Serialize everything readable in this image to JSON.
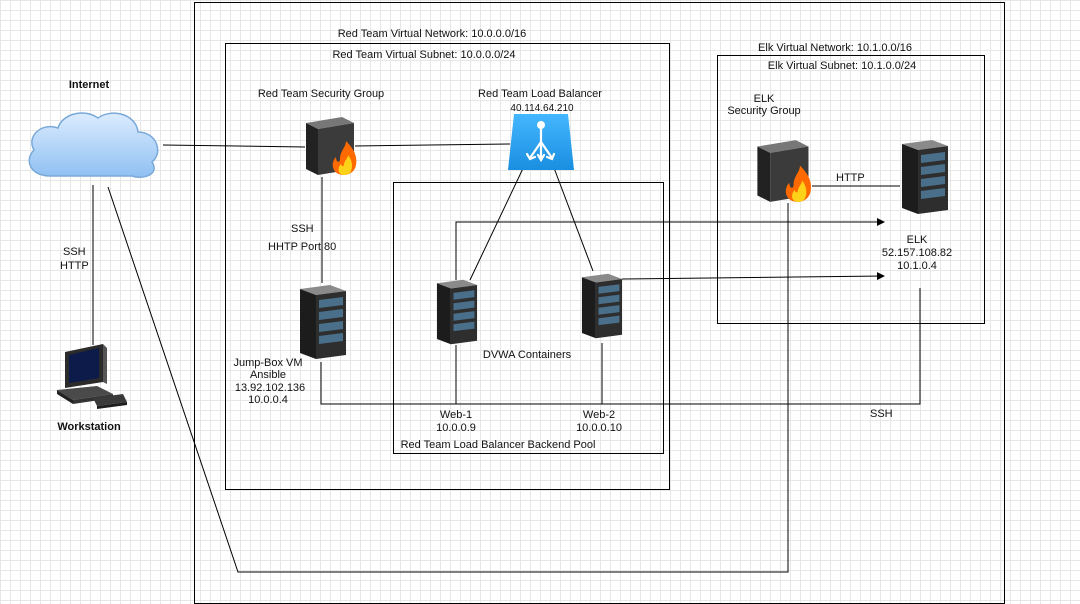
{
  "networks": {
    "outer_label": "Red Team Virtual Network: 10.0.0.0/16",
    "subnet_label": "Red Team Virtual Subnet: 10.0.0.0/24",
    "pool_label": "Red Team Load Balancer Backend Pool",
    "elk_network_label": "Elk Virtual Network: 10.1.0.0/16",
    "elk_subnet_label": "Elk Virtual Subnet: 10.1.0.0/24"
  },
  "nodes": {
    "internet": {
      "label": "Internet",
      "icon": "cloud-icon"
    },
    "workstation": {
      "label": "Workstation",
      "icon": "workstation-icon"
    },
    "security_group": {
      "label": "Red Team Security Group",
      "icon": "firewall-icon"
    },
    "load_balancer": {
      "label": "Red Team Load Balancer",
      "ip": "40.114.64.210",
      "icon": "load-balancer-icon"
    },
    "jumpbox": {
      "line1": "Jump-Box VM",
      "line2": "Ansible",
      "line3": "13.92.102.136",
      "line4": "10.0.0.4",
      "icon": "server-icon"
    },
    "web1": {
      "name": "Web-1",
      "ip": "10.0.0.9",
      "icon": "server-icon"
    },
    "web2": {
      "name": "Web-2",
      "ip": "10.0.0.10",
      "icon": "server-icon"
    },
    "containers_label": "DVWA Containers",
    "elk_sg": {
      "line1": "ELK",
      "line2": "Security Group",
      "icon": "firewall-icon"
    },
    "elk": {
      "name": "ELK",
      "public_ip": "52.157.108.82",
      "private_ip": "10.1.0.4",
      "icon": "server-icon"
    }
  },
  "connections": {
    "ws_ssh": "SSH",
    "ws_http": "HTTP",
    "jump_ssh": "SSH",
    "jump_http": "HHTP Port 80",
    "elk_http": "HTTP",
    "elk_ssh": "SSH"
  }
}
